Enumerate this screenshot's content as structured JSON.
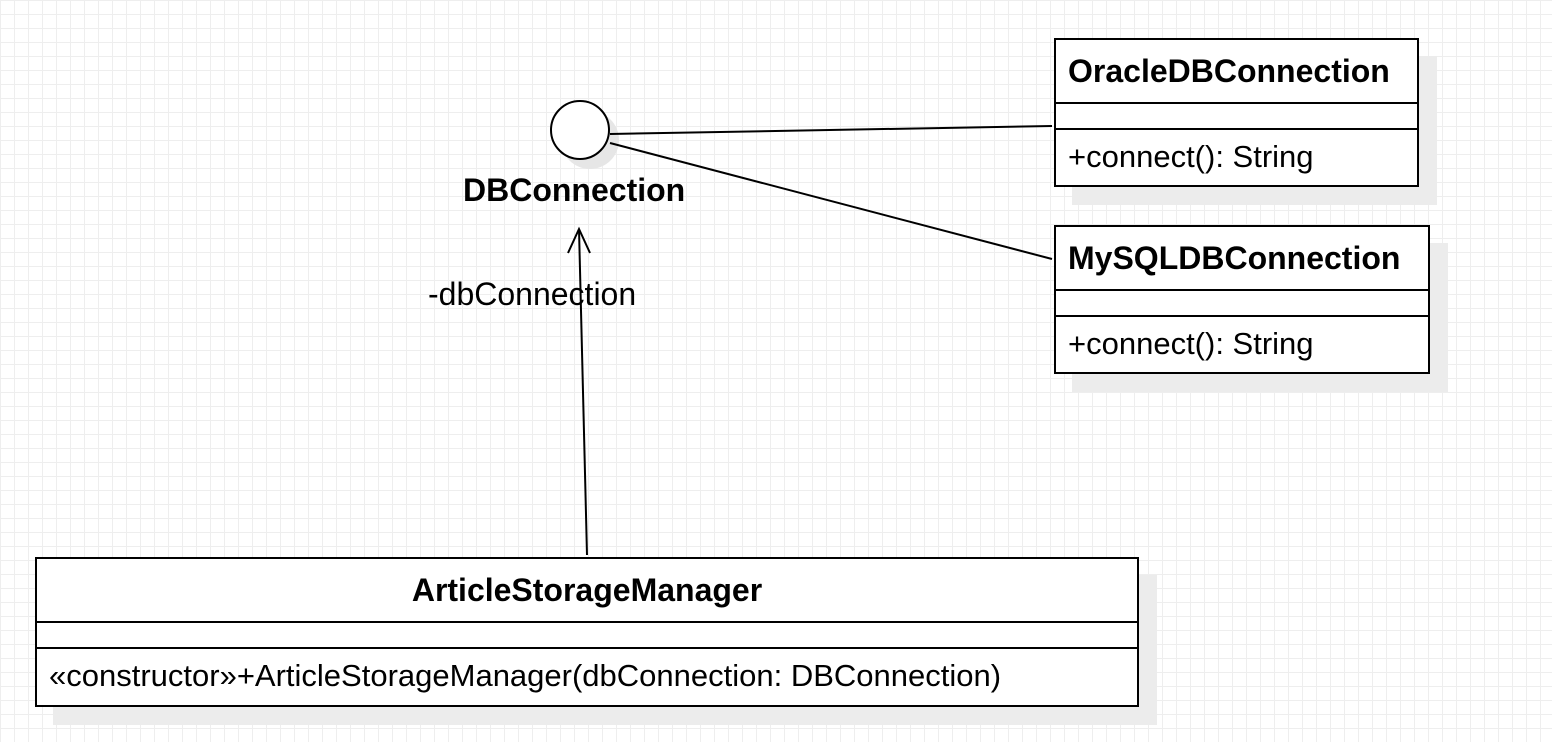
{
  "interface": {
    "name": "DBConnection"
  },
  "classes": [
    {
      "name": "OracleDBConnection",
      "attributes": [],
      "operations": [
        "+connect(): String"
      ]
    },
    {
      "name": "MySQLDBConnection",
      "attributes": [],
      "operations": [
        "+connect(): String"
      ]
    },
    {
      "name": "ArticleStorageManager",
      "attributes": [],
      "operations": [
        "«constructor»+ArticleStorageManager(dbConnection: DBConnection)"
      ]
    }
  ],
  "associations": [
    {
      "from": "ArticleStorageManager",
      "to": "DBConnection",
      "role": "-dbConnection"
    }
  ],
  "realizations": [
    {
      "from": "OracleDBConnection",
      "to": "DBConnection"
    },
    {
      "from": "MySQLDBConnection",
      "to": "DBConnection"
    }
  ]
}
